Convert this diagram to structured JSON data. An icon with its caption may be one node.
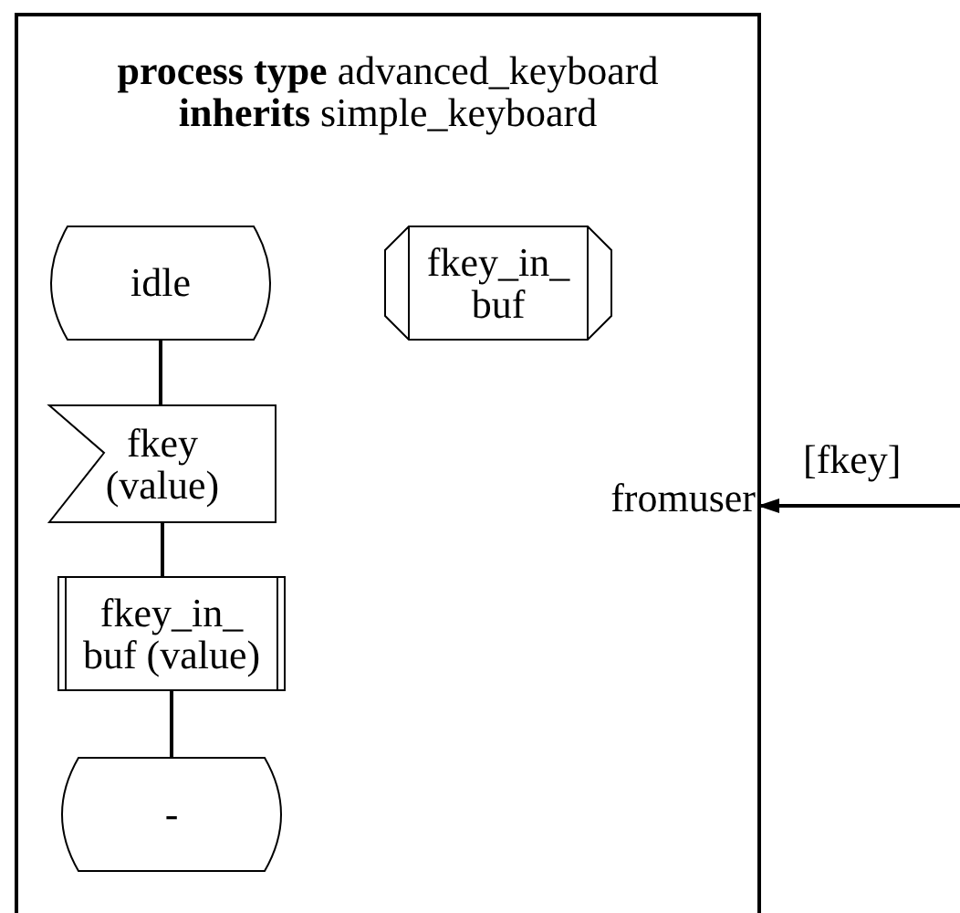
{
  "diagram": {
    "nodes": [
      {
        "text": [
          "**process** **type** advanced_keyboard **inherits** simple_keyboard"
        ]
      },
      {
        "text": [
          "idle"
        ],
        "in": 0
      },
      {
        "text": [
          "fkey_in_ buf"
        ],
        "in": 0
      },
      {
        "text": [
          "fkey (value)"
        ],
        "in": 0
      },
      {
        "text": [
          "fkey_in_ buf (value)"
        ],
        "in": 0
      },
      {
        "text": [
          "-"
        ],
        "in": 0
      },
      {
        "text": [
          "fromuser"
        ],
        "in": 0
      }
    ],
    "edges": [
      {
        "from": 1,
        "to": 3,
        "arrow": "none"
      },
      {
        "from": 3,
        "to": 4,
        "arrow": "none"
      },
      {
        "from": 4,
        "to": 5,
        "arrow": "none"
      },
      {
        "from": null,
        "to": 6,
        "arrow": "to",
        "label": "[fkey]"
      }
    ]
  }
}
